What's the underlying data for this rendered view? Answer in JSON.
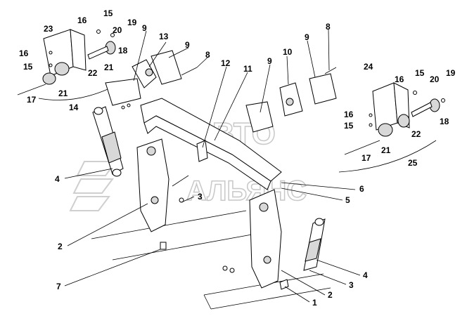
{
  "watermark": {
    "line1": "АВТО",
    "line2": "АЛЬЯНС"
  },
  "callouts": {
    "n15a": "15",
    "n16a": "16",
    "n20a": "20",
    "n19a": "19",
    "n23": "23",
    "n16b": "16",
    "n15b": "15",
    "n18a": "18",
    "n22a": "22",
    "n21a": "21",
    "n17a": "17",
    "n21b": "21",
    "n14": "14",
    "n9a": "9",
    "n13": "13",
    "n9b": "9",
    "n8a": "8",
    "n8b": "8",
    "n10": "10",
    "n9c": "9",
    "n9d": "9",
    "n12": "12",
    "n11": "11",
    "n24": "24",
    "n16c": "16",
    "n15c": "15",
    "n20b": "20",
    "n19b": "19",
    "n16d": "16",
    "n15d": "15",
    "n22b": "22",
    "n18b": "18",
    "n21c": "21",
    "n17b": "17",
    "n25": "25",
    "n4a": "4",
    "n3a": "3",
    "n6": "6",
    "n5": "5",
    "n2a": "2",
    "n7": "7",
    "n4b": "4",
    "n3b": "3",
    "n2b": "2",
    "n1": "1"
  }
}
